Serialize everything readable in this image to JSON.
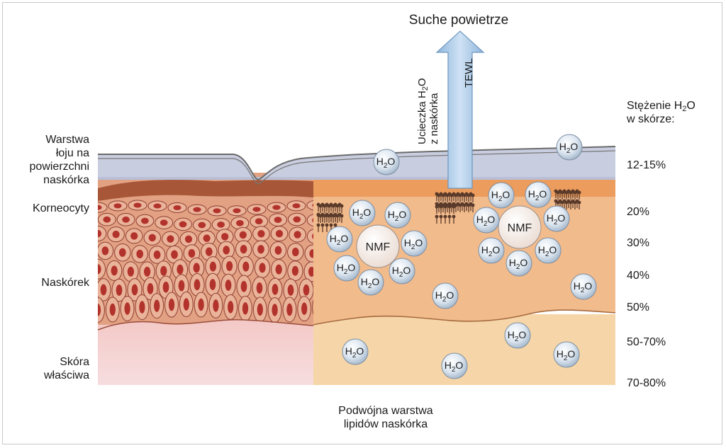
{
  "top_label": "Suche powietrze",
  "bottom_label": [
    "Podwójna warstwa",
    "lipidów naskórka"
  ],
  "arrow": {
    "label": "TEWL",
    "side_label": [
      "Ucieczka H",
      "2",
      "O",
      "z naskórka"
    ]
  },
  "left_labels": [
    {
      "lines": [
        "Warstwa",
        "łoju na",
        "powierzchni",
        "naskórka"
      ]
    },
    {
      "lines": [
        "Korneocyty"
      ]
    },
    {
      "lines": [
        "Naskórek"
      ]
    },
    {
      "lines": [
        "Skóra",
        "właściwa"
      ]
    }
  ],
  "right_header": {
    "line1_a": "Stężenie H",
    "line1_sub": "2",
    "line1_b": "O",
    "line2": "w skórze:"
  },
  "concentrations": [
    "12-15%",
    "20%",
    "30%",
    "40%",
    "50%",
    "50-70%",
    "70-80%"
  ],
  "molecule": {
    "main": "H",
    "sub": "2",
    "tail": "O"
  },
  "nmf_label": "NMF"
}
